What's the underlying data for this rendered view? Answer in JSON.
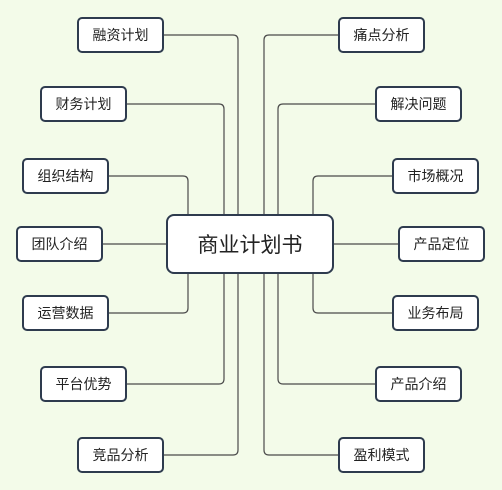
{
  "center": {
    "label": "商业计划书"
  },
  "left_branches": [
    {
      "label": "融资计划"
    },
    {
      "label": "财务计划"
    },
    {
      "label": "组织结构"
    },
    {
      "label": "团队介绍"
    },
    {
      "label": "运营数据"
    },
    {
      "label": "平台优势"
    },
    {
      "label": "竞品分析"
    }
  ],
  "right_branches": [
    {
      "label": "痛点分析"
    },
    {
      "label": "解决问题"
    },
    {
      "label": "市场概况"
    },
    {
      "label": "产品定位"
    },
    {
      "label": "业务布局"
    },
    {
      "label": "产品介绍"
    },
    {
      "label": "盈利模式"
    }
  ],
  "colors": {
    "background": "#f3fbe9",
    "border": "#2e3b4e",
    "connector": "#4a4a4a"
  }
}
